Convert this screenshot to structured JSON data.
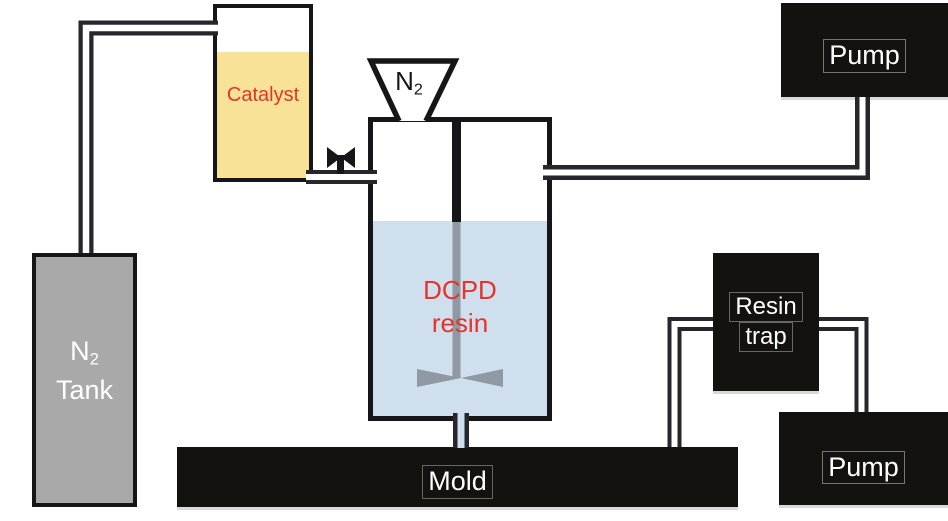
{
  "diagram": {
    "n2_tank": {
      "label_main": "N",
      "label_sub": "2",
      "label_line2": "Tank"
    },
    "catalyst_vessel": {
      "label": "Catalyst"
    },
    "n2_inlet_funnel": {
      "label_main": "N",
      "label_sub": "2"
    },
    "mixing_vessel": {
      "label_line1": "DCPD",
      "label_line2": "resin"
    },
    "pump_top": {
      "label": "Pump"
    },
    "resin_trap": {
      "label_line1": "Resin",
      "label_line2": "trap"
    },
    "pump_bottom": {
      "label": "Pump"
    },
    "mold": {
      "label": "Mold"
    },
    "colors": {
      "catalyst_fill": "#f8e298",
      "resin_fill": "#cfdfee",
      "tank_fill": "#a9a9a9",
      "box_fill": "#13120e",
      "red_label": "#e6332a",
      "pipe_outline": "#26262c",
      "stirrer_gray": "#8e99a3"
    }
  }
}
